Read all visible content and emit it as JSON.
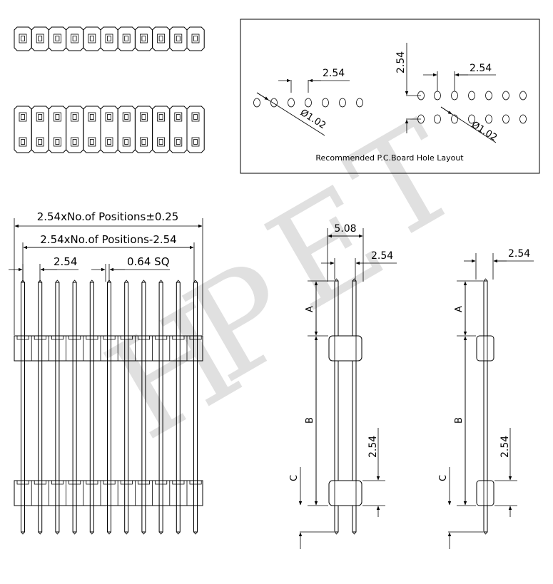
{
  "pcb_layout": {
    "title": "Recommended P.C.Board Hole Layout",
    "pitch_single": "2.54",
    "hole_single": "Ø1.02",
    "pitch_dual": "2.54",
    "row_pitch_dual": "2.54",
    "hole_dual": "Ø1.02"
  },
  "front_view": {
    "overall_length": "2.54xNo.of Positions±0.25",
    "pin_span": "2.54xNo.of Positions-2.54",
    "pitch": "2.54",
    "pin_size": "0.64 SQ"
  },
  "side_view_dual": {
    "width": "5.08",
    "row_pitch": "2.54",
    "dim_a": "A",
    "dim_b": "B",
    "dim_c": "C",
    "spacer_height": "2.54"
  },
  "side_view_single": {
    "width": "2.54",
    "dim_a": "A",
    "dim_b": "B",
    "dim_c": "C",
    "spacer_height": "2.54"
  },
  "watermark": {
    "letters": [
      "H",
      "P",
      "E",
      "T"
    ]
  }
}
